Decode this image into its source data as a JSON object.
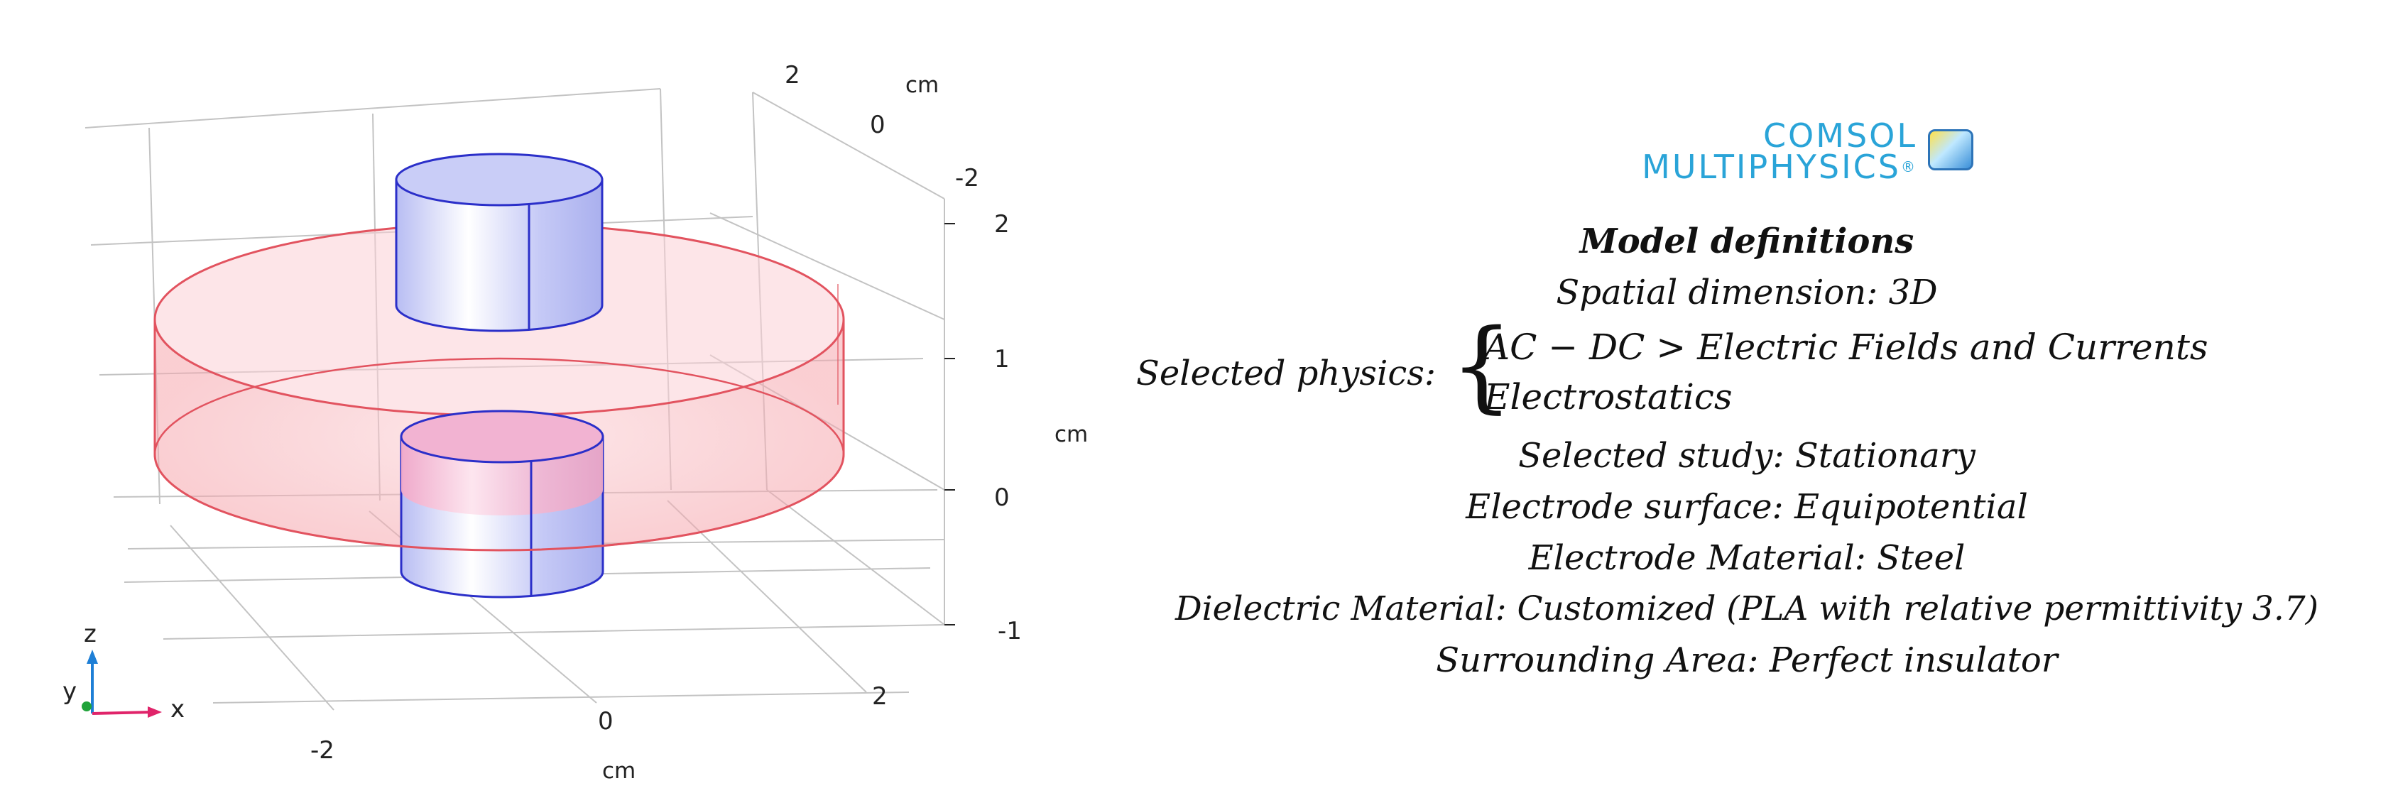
{
  "plot": {
    "z_ticks": [
      "2",
      "1",
      "0",
      "-1"
    ],
    "z_unit": "cm",
    "x_ticks": [
      "-2",
      "0",
      "2"
    ],
    "x_unit": "cm",
    "y_ticks": [
      "2",
      "0",
      "-2"
    ],
    "y_unit": "cm",
    "triad": {
      "z": "z",
      "y": "y",
      "x": "x"
    },
    "colors": {
      "electrode_fill": "#c9cdf7",
      "electrode_edge": "#2b2fc9",
      "dielectric_fill": "#f6b7be",
      "dielectric_edge": "#e0424f",
      "grid": "#bdbdbd"
    }
  },
  "logo": {
    "line1": "COMSOL",
    "line2": "MULTIPHYSICS",
    "reg": "®"
  },
  "definitions": {
    "title": "Model definitions",
    "spatial": "Spatial dimension: 3D",
    "physics_label": "Selected physics:",
    "physics_items": [
      "AC − DC > Electric Fields and Currents",
      "Electrostatics"
    ],
    "study": "Selected study: Stationary",
    "surface": "Electrode surface: Equipotential",
    "material": "Electrode Material: Steel",
    "dielectric": "Dielectric  Material: Customized (PLA with relative permittivity  3.7)",
    "surrounding": "Surrounding Area: Perfect insulator"
  }
}
